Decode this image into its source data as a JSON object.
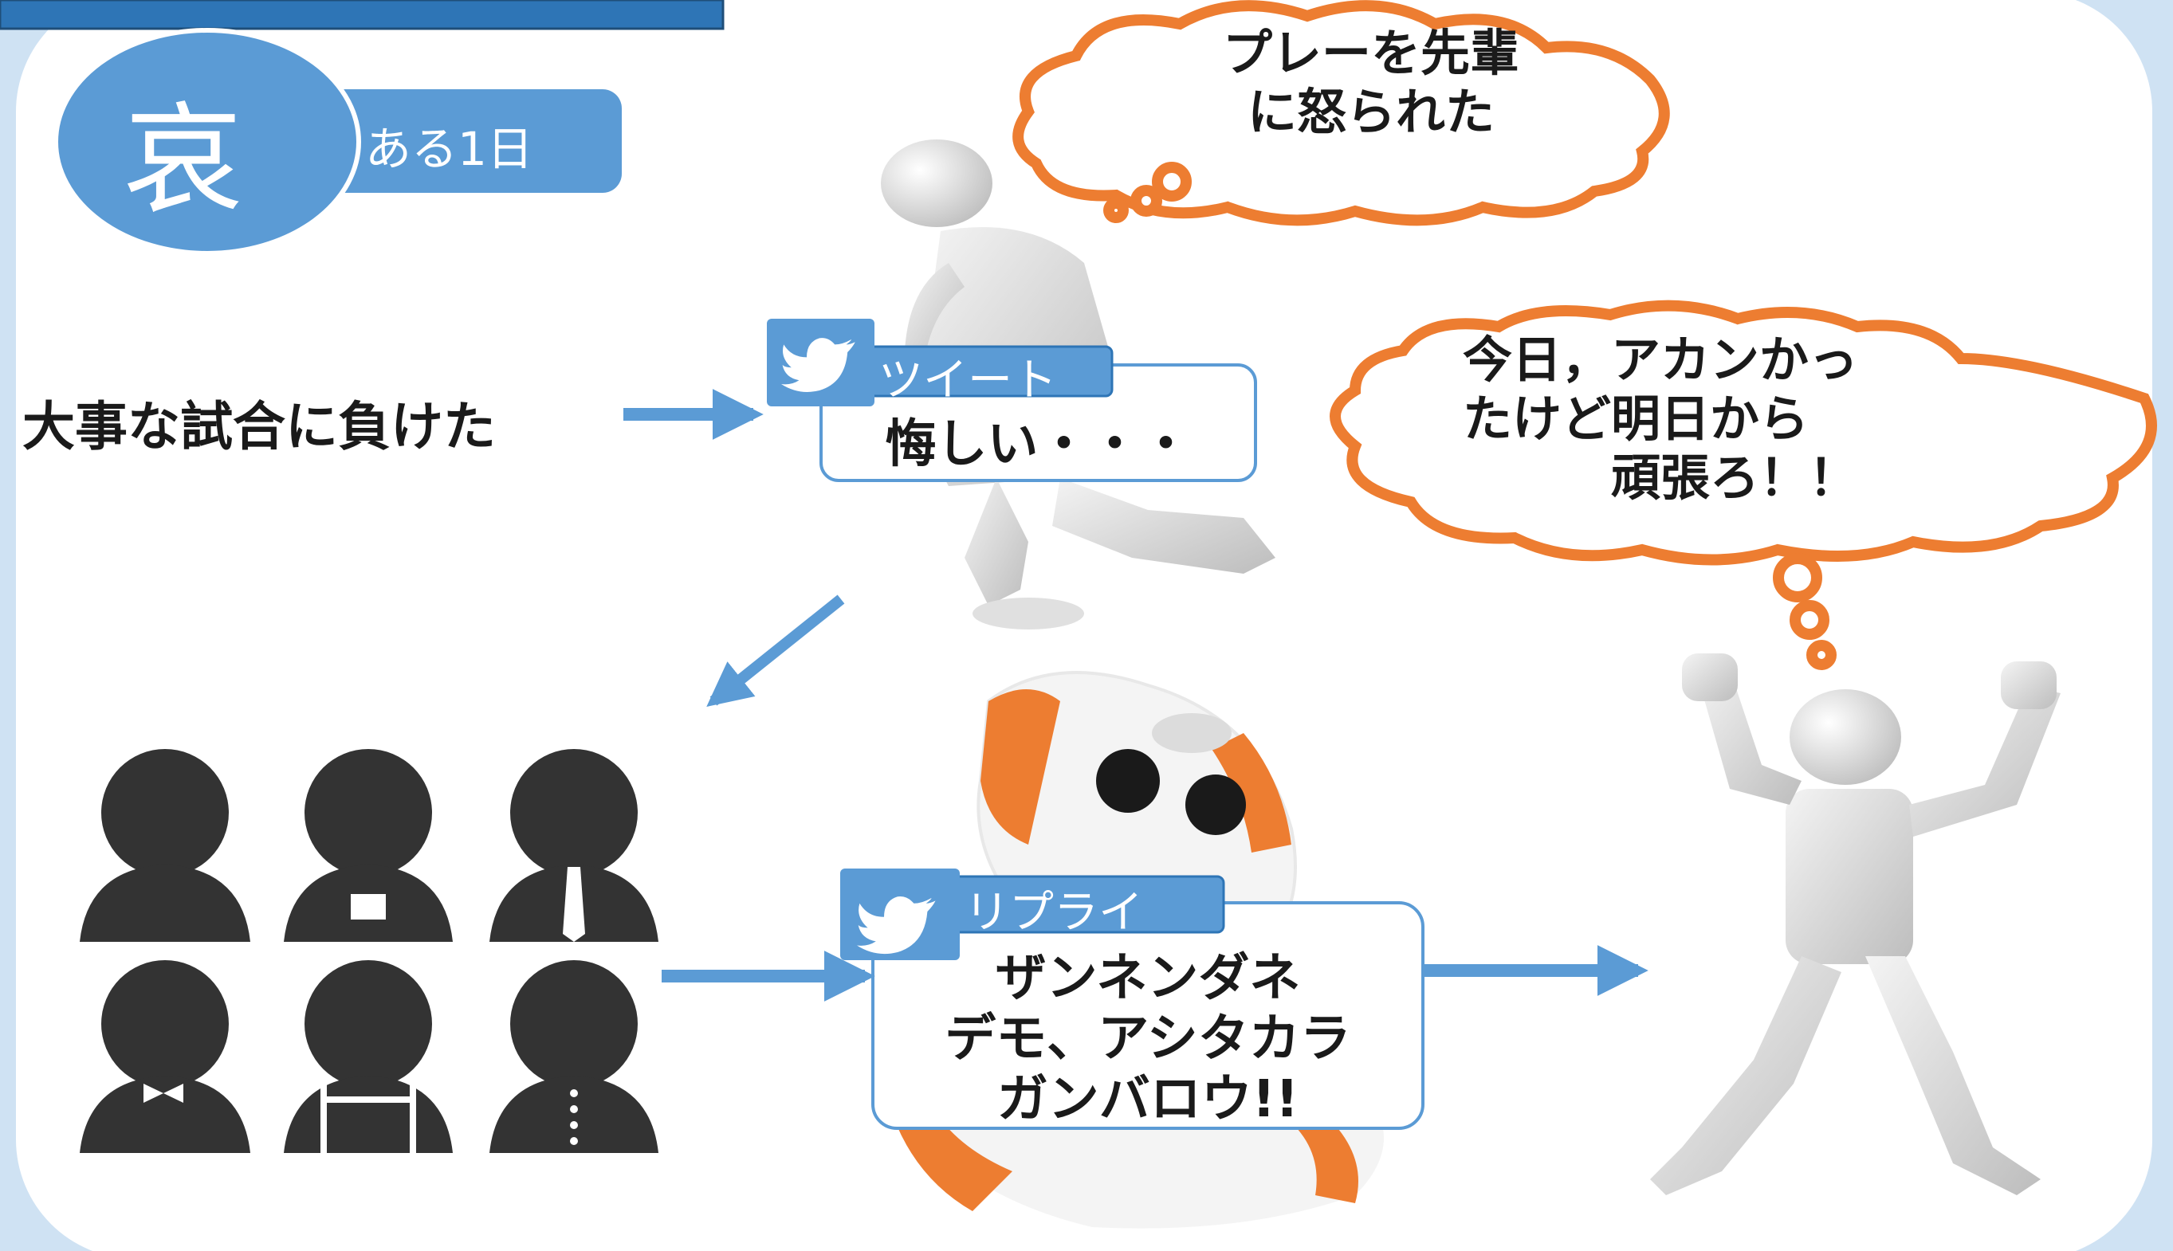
{
  "header": {
    "emotion_char": "哀",
    "badge_label": "ある1日"
  },
  "event_text": "大事な試合に負けた",
  "thought_top": "プレーを先輩\nに怒られた",
  "thought_right": "今日，アカンかっ\nたけど明日から\n　　　頑張ろ！！",
  "tweet": {
    "label": "ツイート",
    "text": "悔しい・・・"
  },
  "reply": {
    "label": "リプライ",
    "text": "ザンネンダネ\nデモ、アシタカラ\nガンバロウ!!"
  },
  "colors": {
    "accent_blue": "#5b9bd5",
    "dark_blue": "#2e75b6",
    "cloud_orange": "#ed7d31",
    "frame_blue": "#cfe2f3",
    "silhouette": "#333333"
  },
  "icons": {
    "bird": "twitter-bird-icon",
    "people": [
      "person-icon",
      "person-shirt-icon",
      "person-tie-icon",
      "person-bowtie-icon",
      "person-apron-icon",
      "person-buttons-icon"
    ]
  }
}
